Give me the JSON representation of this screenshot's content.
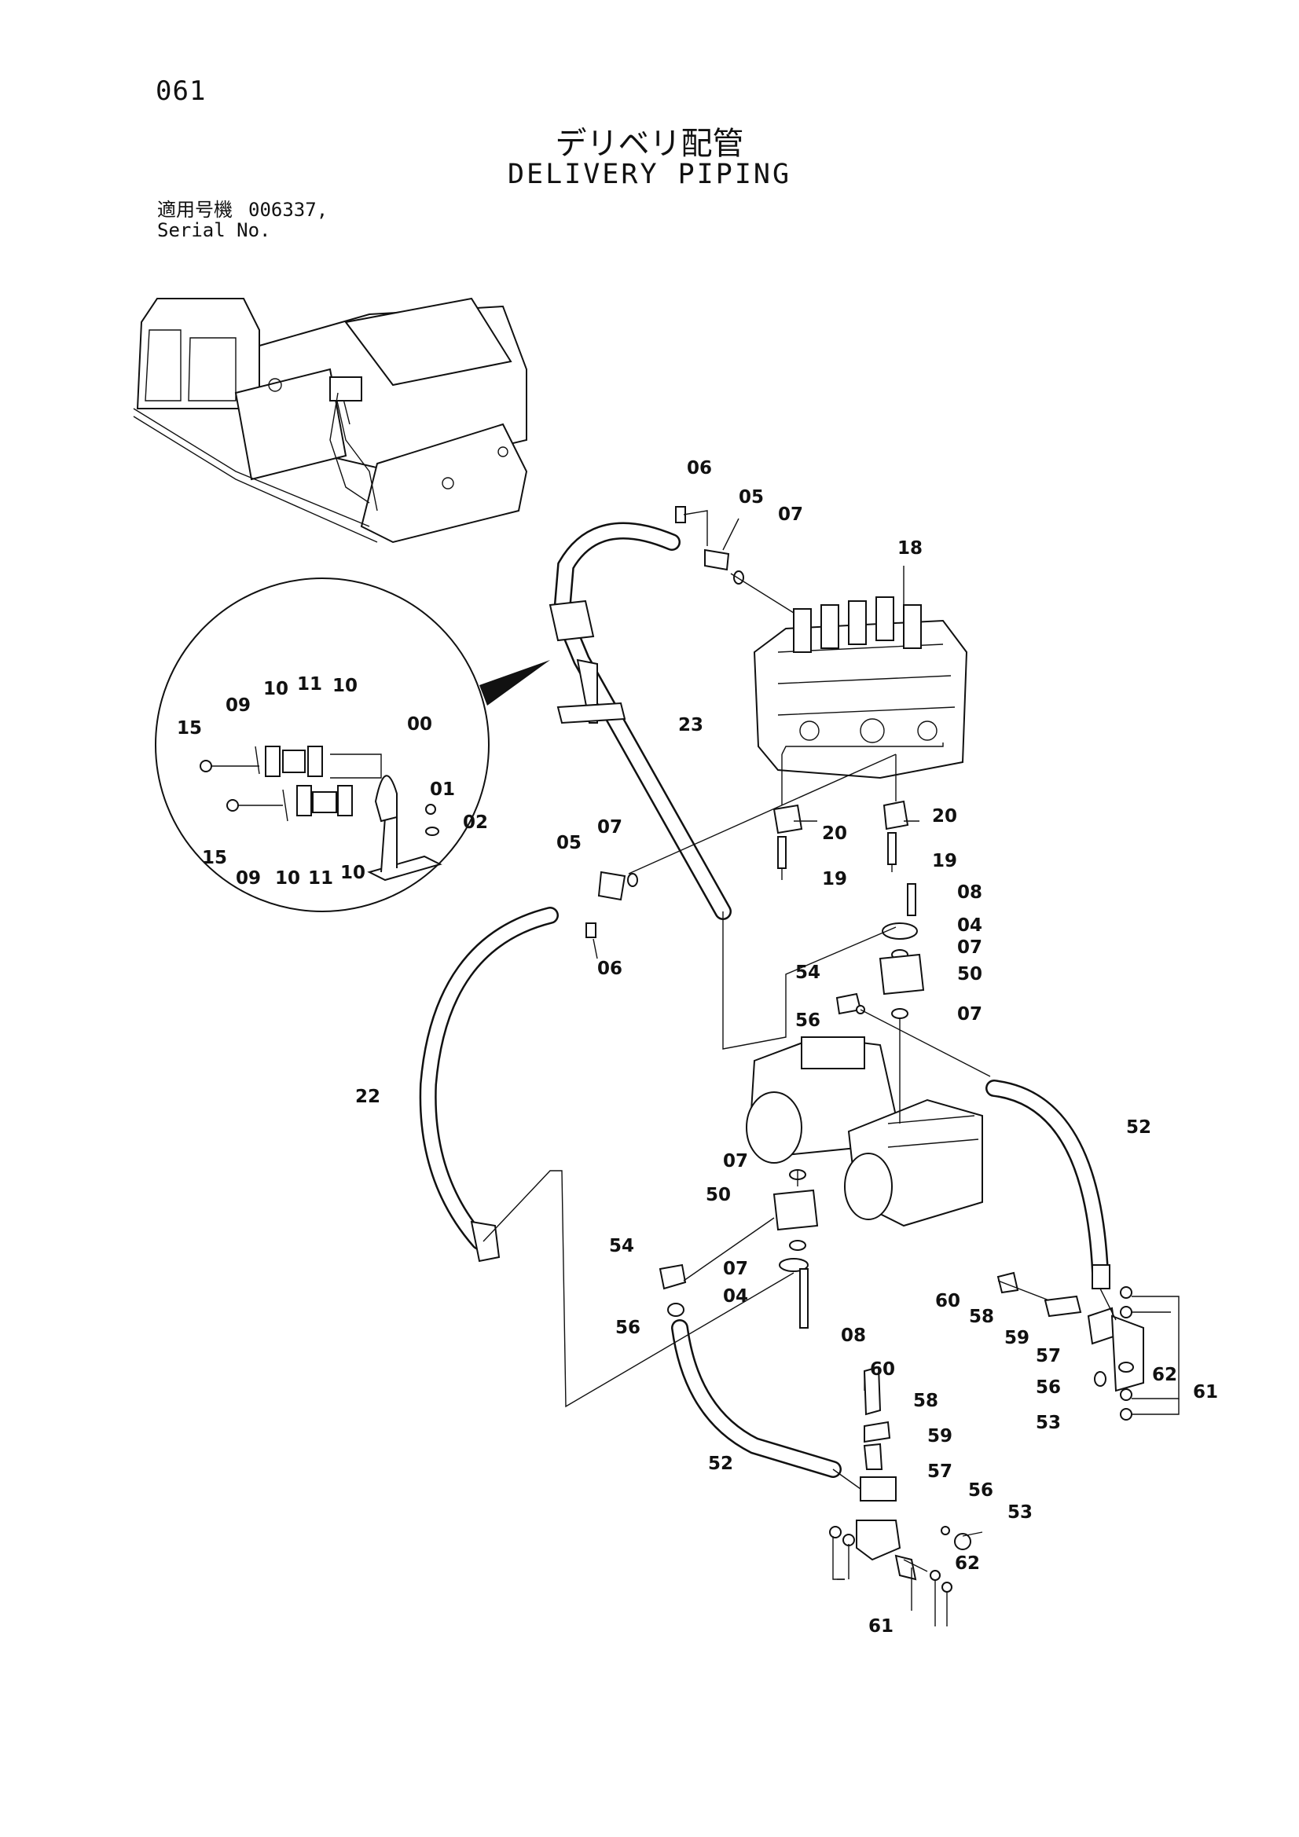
{
  "header": {
    "page_number": "061",
    "title_jp": "デリベリ配管",
    "title_en": "DELIVERY PIPING",
    "serial_label_jp": "適用号機",
    "serial_value": "006337,",
    "serial_label_en": "Serial No."
  },
  "callouts": [
    "06",
    "05",
    "07",
    "18",
    "10",
    "11",
    "10",
    "09",
    "15",
    "00",
    "01",
    "02",
    "15",
    "09",
    "10",
    "11",
    "10",
    "23",
    "20",
    "20",
    "05",
    "07",
    "19",
    "19",
    "08",
    "04",
    "07",
    "06",
    "54",
    "50",
    "56",
    "07",
    "22",
    "52",
    "07",
    "50",
    "54",
    "07",
    "04",
    "56",
    "08",
    "60",
    "58",
    "59",
    "57",
    "56",
    "62",
    "61",
    "53",
    "60",
    "58",
    "59",
    "57",
    "52",
    "56",
    "53",
    "62",
    "61"
  ]
}
